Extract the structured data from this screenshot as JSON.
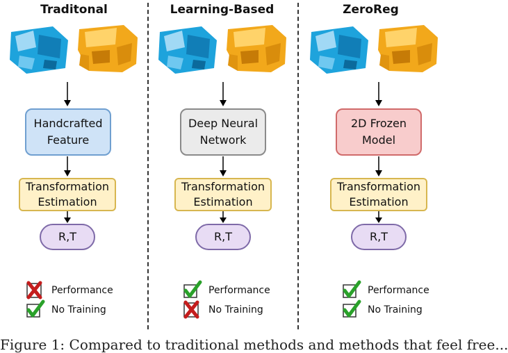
{
  "columns": [
    {
      "title": "Traditonal",
      "model_lines": [
        "Handcrafted",
        "Feature"
      ],
      "transform_lines": [
        "Transformation",
        "Estimation"
      ],
      "output": "R,T",
      "legend": [
        {
          "label": "Performance",
          "status": "cross"
        },
        {
          "label": "No Training",
          "status": "check"
        }
      ]
    },
    {
      "title": "Learning-Based",
      "model_lines": [
        "Deep Neural",
        "Network"
      ],
      "transform_lines": [
        "Transformation",
        "Estimation"
      ],
      "output": "R,T",
      "legend": [
        {
          "label": "Performance",
          "status": "check"
        },
        {
          "label": "No Training",
          "status": "cross"
        }
      ]
    },
    {
      "title": "ZeroReg",
      "model_lines": [
        "2D Frozen",
        "Model"
      ],
      "transform_lines": [
        "Transformation",
        "Estimation"
      ],
      "output": "R,T",
      "legend": [
        {
          "label": "Performance",
          "status": "check"
        },
        {
          "label": "No Training",
          "status": "check"
        }
      ]
    }
  ],
  "caption": "Figure 1: Compared to traditional methods and methods that feel free...",
  "colors": {
    "model_box_fills": [
      "#cfe3f7",
      "#ebebeb",
      "#f8cccc"
    ],
    "model_box_borders": [
      "#6f9fd0",
      "#8a8a8a",
      "#d06a6a"
    ],
    "transform_fill": "#fff1c8",
    "transform_border": "#d7b64f",
    "output_fill": "#e8dcf4",
    "output_border": "#7e6aa8",
    "point_cloud_blue": "#1ea3dc",
    "point_cloud_orange": "#f2a81b",
    "check": "#2aa12a",
    "cross": "#c41d1d"
  }
}
